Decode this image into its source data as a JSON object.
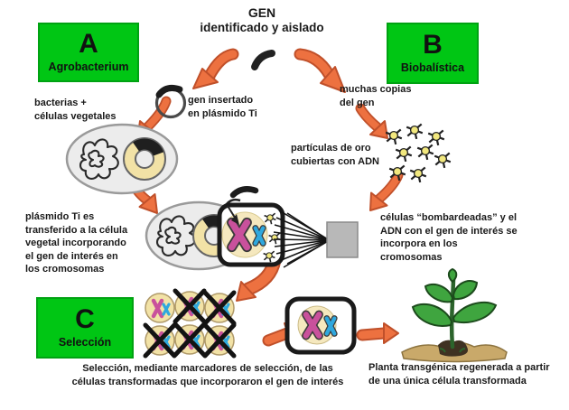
{
  "colors": {
    "green": "#00C614",
    "green-border": "#00A212",
    "orange": "#ED7140",
    "orange-dark": "#C0502A",
    "cell-fill": "#ECECEC",
    "cell-border": "#9A9A9A",
    "ring": "#F2E2A6",
    "nucleus": "#F5E8BE",
    "pink": "#C9519C",
    "blue": "#2FA8DE",
    "gold": "#F2E87E",
    "soil": "#C9A96A",
    "leaf": "#3FA53F",
    "gray-block": "#B8B8B8",
    "ink": "#1A1A1A"
  },
  "title": {
    "line1": "GEN",
    "line2": "identificado y aislado"
  },
  "boxes": {
    "a": {
      "letter": "A",
      "label": "Agrobacterium"
    },
    "b": {
      "letter": "B",
      "label": "Biobalística"
    },
    "c": {
      "letter": "C",
      "label": "Selección"
    }
  },
  "labels": {
    "bacterias": "bacterias +\ncélulas vegetales",
    "gen_insertado": "gen insertado\nen plásmido Ti",
    "muchas_copias": "muchas copias\ndel gen",
    "particulas": "partículas de oro\ncubiertas con ADN",
    "plasmido": "plásmido Ti es\ntransferido a la célula\nvegetal incorporando\nel gen de interés en\nlos cromosomas",
    "bombardeadas": "células “bombardeadas” y el\nADN con el gen de interés se\nincorpora en los\ncromosomas",
    "seleccion_caption": "Selección, mediante marcadores de selección, de las\ncélulas transformadas que incorporaron el gen de interés",
    "planta_caption": "Planta transgénica regenerada a partir\nde una única célula transformada"
  }
}
